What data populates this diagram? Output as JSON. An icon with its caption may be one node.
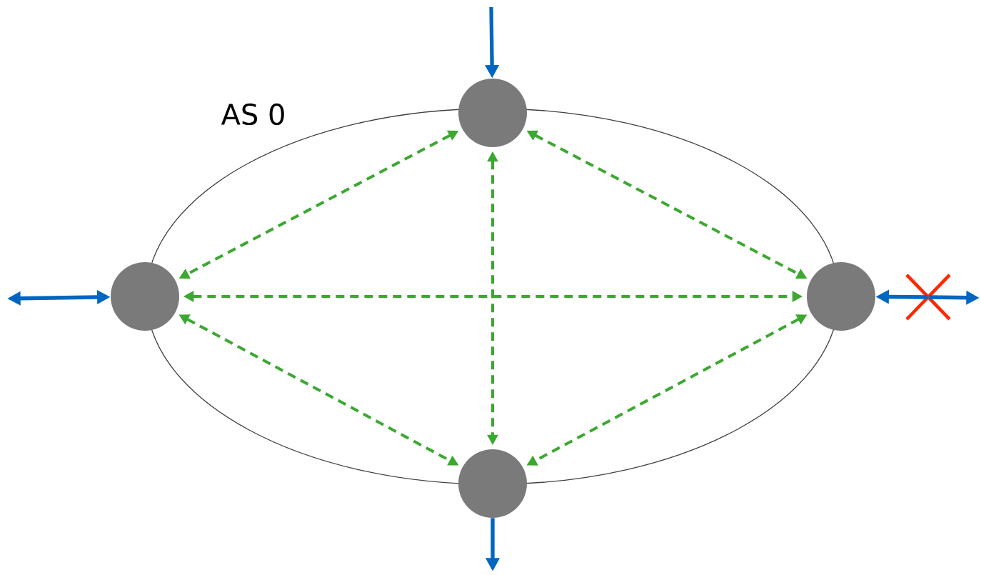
{
  "diagram": {
    "nodes": [
      {
        "text": [],
        "shape": "circle"
      },
      {
        "text": [],
        "shape": "circle"
      },
      {
        "text": [],
        "shape": "circle"
      },
      {
        "text": [],
        "shape": "circle"
      },
      {
        "text": [],
        "shape": "cross"
      }
    ],
    "edges": [
      {
        "from": null,
        "to": 0,
        "arrow": "to",
        "color": "#0066c0"
      },
      {
        "from": 1,
        "to": null,
        "arrow": "both",
        "color": "#0066c0"
      },
      {
        "from": 4,
        "to": 2,
        "arrow": "to",
        "color": "#0066c0"
      },
      {
        "from": 3,
        "to": null,
        "arrow": "to",
        "color": "#0066c0"
      },
      {
        "from": 0,
        "to": 1,
        "arrow": "both",
        "style": "dashed"
      },
      {
        "from": 0,
        "to": 3,
        "arrow": "both",
        "style": "dashed"
      },
      {
        "from": 0,
        "to": 2,
        "arrow": "both",
        "style": "dashed"
      },
      {
        "from": 1,
        "to": 2,
        "arrow": "both",
        "style": "dashed"
      },
      {
        "from": 1,
        "to": 3,
        "arrow": "both",
        "style": "dashed"
      },
      {
        "from": 2,
        "to": 3,
        "arrow": "both",
        "style": "dashed"
      },
      {
        "from": 4,
        "to": null,
        "arrow": "to",
        "color": "#0066c0"
      }
    ],
    "labels": [
      "AS 0"
    ]
  }
}
